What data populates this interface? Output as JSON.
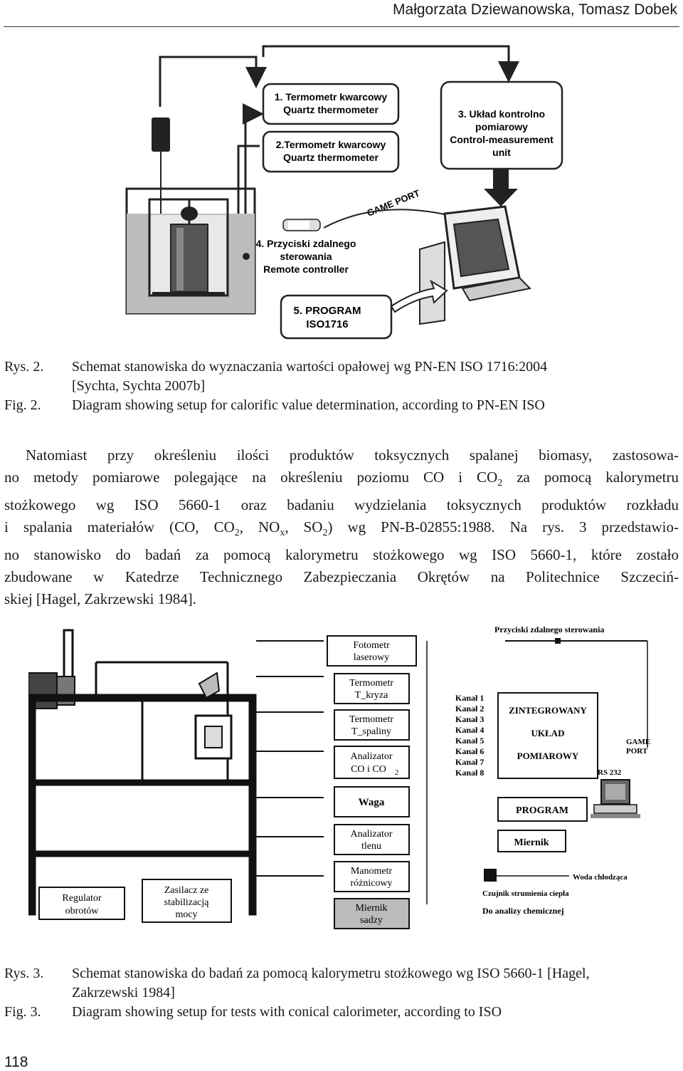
{
  "header": {
    "authors": "Małgorzata Dziewanowska, Tomasz Dobek"
  },
  "figure2": {
    "boxes": {
      "b1_line1": "1. Termometr kwarcowy",
      "b1_line2": "Quartz thermometer",
      "b2_line1": "2.Termometr kwarcowy",
      "b2_line2": "Quartz thermometer",
      "b3_line1": "3. Układ kontrolno",
      "b3_line2": "pomiarowy",
      "b3_line3": "Control-measurement",
      "b3_line4": "unit",
      "b4_line1": "4. Przyciski zdalnego",
      "b4_line2": "sterowania",
      "b4_line3": "Remote controller",
      "b5_line1": "5. PROGRAM",
      "b5_line2": "ISO1716"
    },
    "game_port": "GAME PORT"
  },
  "caption2": {
    "label_pl": "Rys. 2.",
    "text_pl_1": "Schemat stanowiska do wyznaczania wartości opałowej wg PN-EN ISO 1716:2004",
    "text_pl_2": "[Sychta, Sychta 2007b]",
    "label_en": "Fig. 2.",
    "text_en": "Diagram showing setup for calorific value determination, according to PN-EN ISO"
  },
  "body": {
    "line1": "Natomiast przy określeniu ilości produktów toksycznych spalanej biomasy, zastosowa-",
    "line2": "no metody pomiarowe polegające na określeniu poziomu CO i CO",
    "line2_sub": "2",
    "line2_end": " za pomocą kalorymetru",
    "line3": "stożkowego wg ISO 5660-1 oraz badaniu wydzielania toksycznych produktów rozkładu",
    "line4_a": "i spalania materiałów (CO, CO",
    "line4_sub1": "2",
    "line4_b": ", NO",
    "line4_sub2": "x",
    "line4_c": ", SO",
    "line4_sub3": "2",
    "line4_d": ") wg PN-B-02855:1988. Na rys. 3 przedstawio-",
    "line5": "no stanowisko do badań za pomocą kalorymetru stożkowego wg ISO 5660-1, które zostało",
    "line6": "zbudowane w Katedrze Technicznego Zabezpieczania Okrętów na Politechnice Szczeciń-",
    "line7": "skiej [Hagel, Zakrzewski 1984]."
  },
  "figure3": {
    "remote_title": "Przyciski zdalnego sterowania",
    "fotometr_1": "Fotometr",
    "fotometr_2": "laserowy",
    "tk_1": "Termometr",
    "tk_2": "T_kryza",
    "ts_1": "Termometr",
    "ts_2": "T_spaliny",
    "an_1": "Analizator",
    "an_2": "CO i CO",
    "an_2sub": "2",
    "waga": "Waga",
    "tl_1": "Analizator",
    "tl_2": "tlenu",
    "mr_1": "Manometr",
    "mr_2": "różnicowy",
    "ms_1": "Miernik",
    "ms_2": "sadzy",
    "channels": [
      "Kanał 1",
      "Kanał 2",
      "Kanał 3",
      "Kanał 4",
      "Kanał 5",
      "Kanał 6",
      "Kanał 7",
      "Kanał 8"
    ],
    "unit_1": "ZINTEGROWANY",
    "unit_2": "UKŁAD",
    "unit_3": "POMIAROWY",
    "game_port_1": "GAME",
    "game_port_2": "PORT",
    "rs232": "RS 232",
    "program": "PROGRAM",
    "miernik": "Miernik",
    "woda": "Woda chłodząca",
    "czujnik": "Czujnik strumienia ciepła",
    "analizy": "Do analizy chemicznej",
    "regulator_1": "Regulator",
    "regulator_2": "obrotów",
    "zasilacz_1": "Zasilacz ze",
    "zasilacz_2": "stabilizacją",
    "zasilacz_3": "mocy"
  },
  "caption3": {
    "label_pl": "Rys. 3.",
    "text_pl_1": "Schemat stanowiska do badań za pomocą kalorymetru stożkowego wg ISO 5660-1 [Hagel,",
    "text_pl_2": "Zakrzewski 1984]",
    "label_en": "Fig. 3.",
    "text_en": "Diagram showing setup for tests with conical calorimeter, according to ISO"
  },
  "page_number": "118"
}
